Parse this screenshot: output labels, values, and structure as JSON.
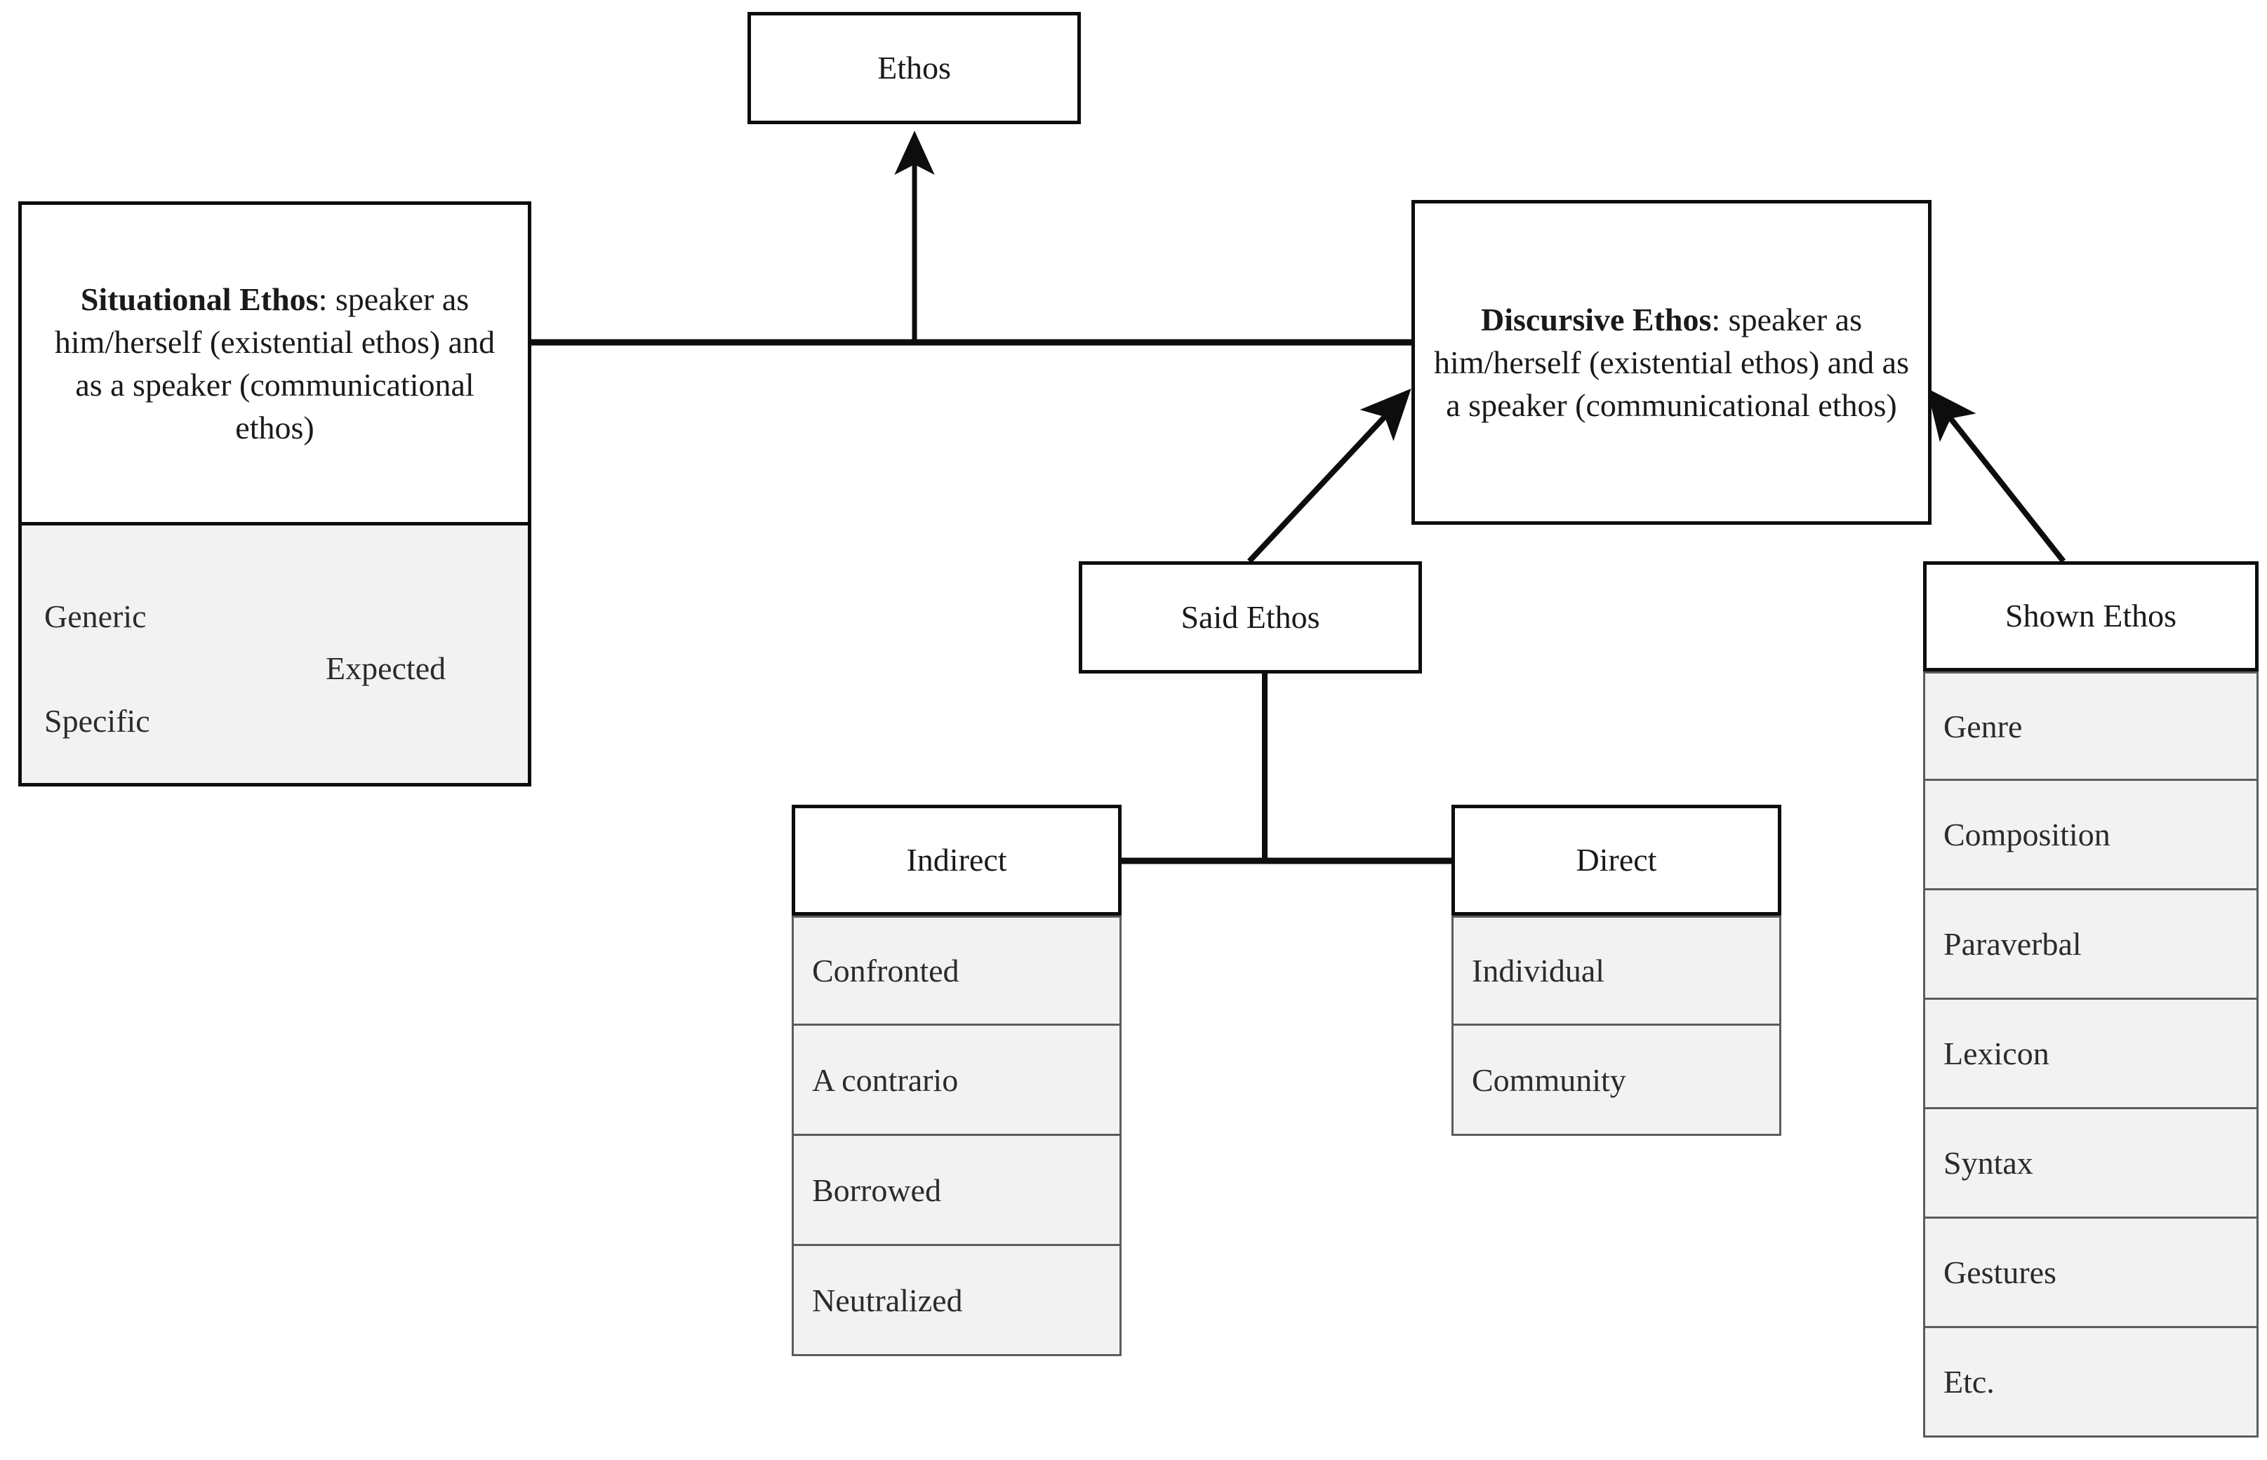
{
  "diagram": {
    "title_node": {
      "label": "Ethos"
    },
    "situational": {
      "heading": "Situational Ethos",
      "body": ": speaker as him/herself (existential ethos) and as a speaker (communicational ethos)",
      "full_text": "Situational Ethos: speaker as him/herself (existential ethos) and as a speaker (communicational ethos)",
      "sub_panel": {
        "inputs": [
          "Generic",
          "Specific"
        ],
        "output": "Expected"
      }
    },
    "discursive": {
      "heading": "Discursive Ethos",
      "body": ": speaker as him/herself (existential ethos) and as a speaker (communicational ethos)",
      "full_text": "Discursive Ethos: speaker as him/herself (existential ethos) and as a speaker (communicational ethos)"
    },
    "said_ethos": {
      "label": "Said Ethos"
    },
    "shown_ethos": {
      "label": "Shown Ethos",
      "items": [
        "Genre",
        "Composition",
        "Paraverbal",
        "Lexicon",
        "Syntax",
        "Gestures",
        "Etc."
      ]
    },
    "indirect": {
      "label": "Indirect",
      "items": [
        "Confronted",
        "A contrario",
        "Borrowed",
        "Neutralized"
      ]
    },
    "direct": {
      "label": "Direct",
      "items": [
        "Individual",
        "Community"
      ]
    },
    "colors": {
      "line": "#0d0d0d",
      "row_fill": "#f2f2f2",
      "row_border": "#5c5c5c",
      "text": "#1a1a1a",
      "background": "#ffffff"
    }
  }
}
